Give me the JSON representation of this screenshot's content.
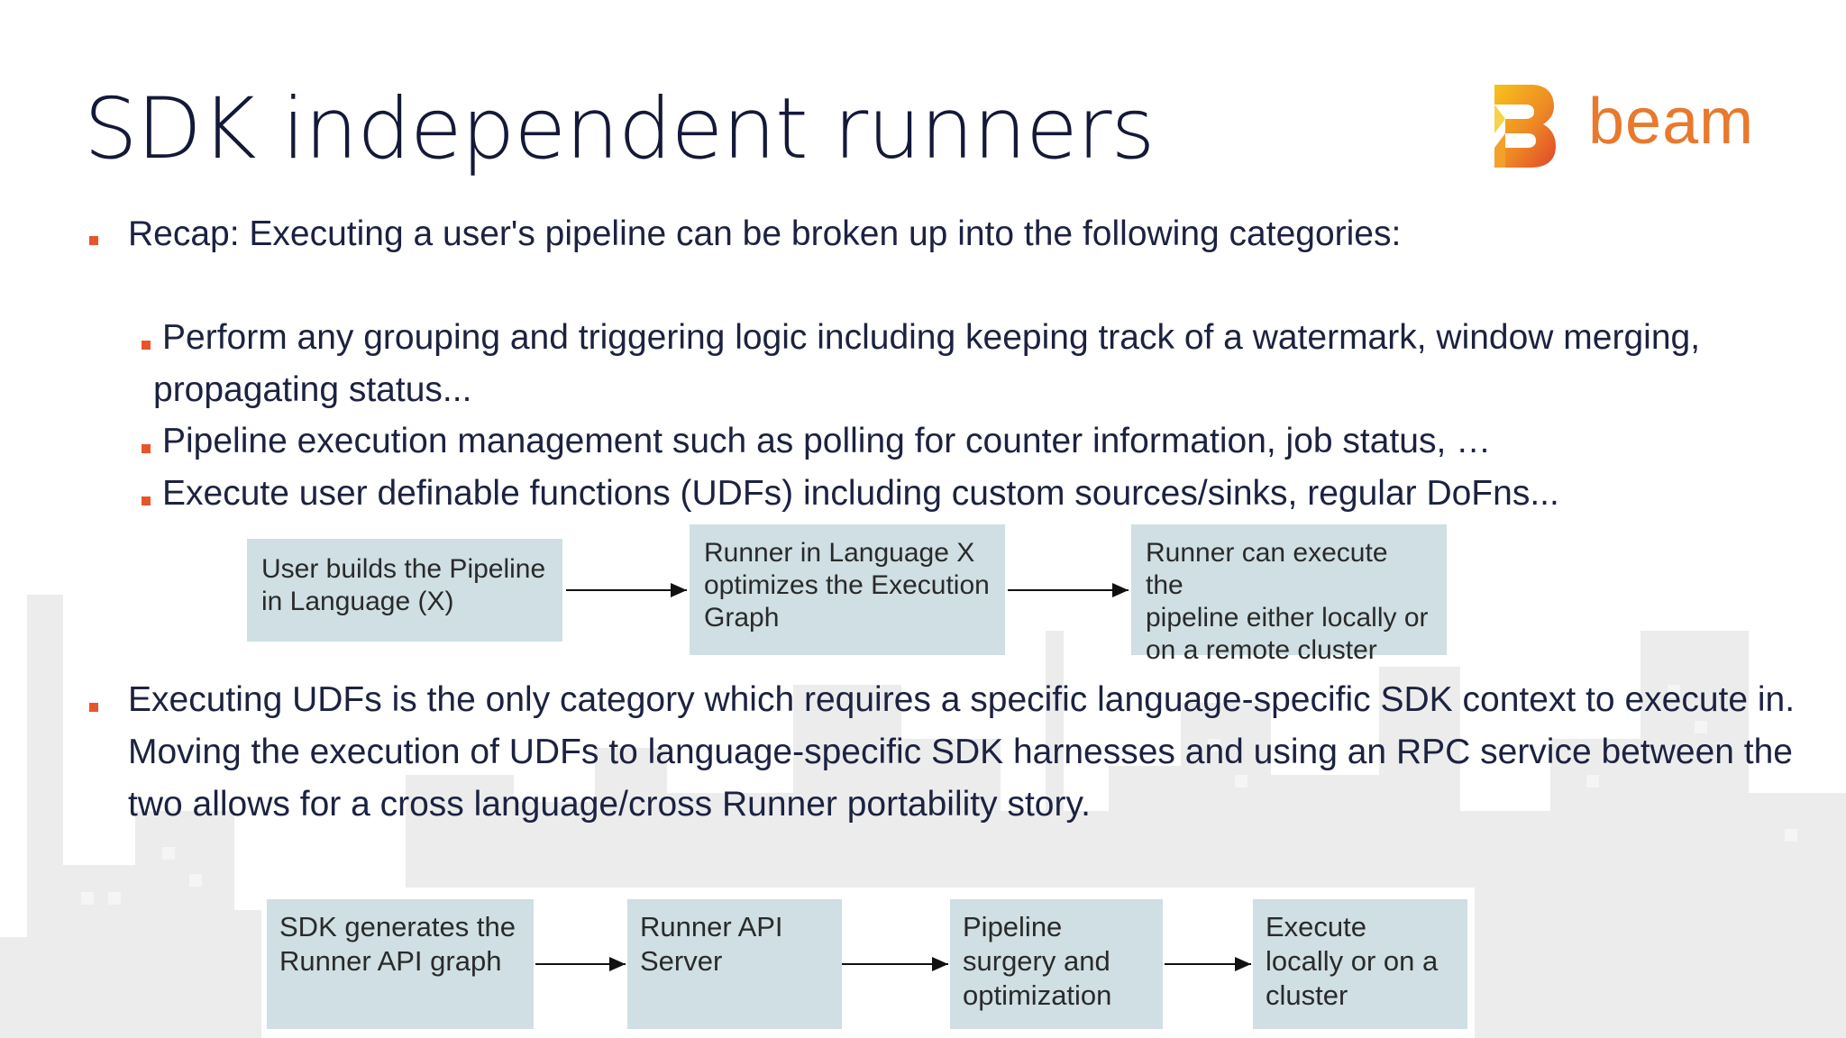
{
  "title": "SDK independent runners",
  "logo": {
    "word": "beam",
    "icon": "beam-b-logo-icon",
    "accent_colors": [
      "#f7c21c",
      "#e8792d",
      "#e0452b"
    ]
  },
  "bullets": {
    "intro": "Recap: Executing a user's pipeline can be broken up into the following categories:",
    "sub1_line1": "Perform any grouping and triggering logic including keeping track of a watermark, window merging,",
    "sub1_line2": "propagating status...",
    "sub2": "Pipeline execution management such as polling for counter information, job status, …",
    "sub3": "Execute user definable functions (UDFs) including custom sources/sinks,  regular DoFns...",
    "udf_line1": "Executing UDFs is the only category which requires a specific language-specific SDK context to execute in.",
    "udf_line2": "Moving the execution of UDFs to language-specific SDK harnesses and using an RPC service between the",
    "udf_line3": "two allows for a cross language/cross Runner portability story."
  },
  "diagram1": [
    {
      "line1": "User builds the Pipeline",
      "line2": "in Language (X)",
      "line3": ""
    },
    {
      "line1": "Runner in Language X",
      "line2": "optimizes the Execution",
      "line3": "Graph"
    },
    {
      "line1": "Runner can execute the",
      "line2": "pipeline either locally or",
      "line3": "on a remote cluster"
    }
  ],
  "diagram2": [
    {
      "line1": "SDK generates the",
      "line2": "Runner API graph",
      "line3": ""
    },
    {
      "line1": "Runner API",
      "line2": "Server",
      "line3": ""
    },
    {
      "line1": "Pipeline",
      "line2": "surgery and",
      "line3": "optimization"
    },
    {
      "line1": "Execute",
      "line2": "locally or on a",
      "line3": "cluster"
    }
  ],
  "colors": {
    "bullet": "#e8552a",
    "box_fill": "#cfdfe3",
    "title": "#141938"
  }
}
